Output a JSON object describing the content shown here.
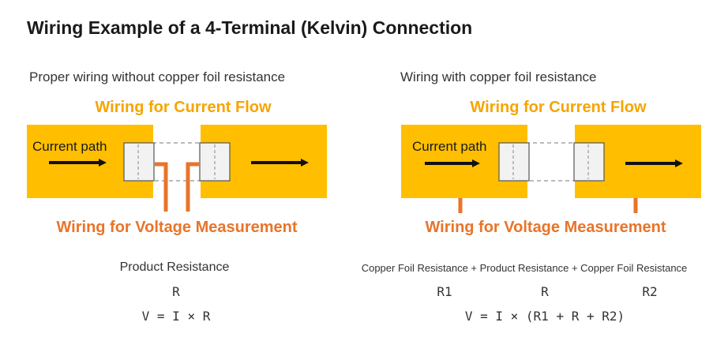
{
  "title": "Wiring Example of a 4-Terminal (Kelvin) Connection",
  "colors": {
    "pad": "#ffbf00",
    "wire_current_label": "#f5a500",
    "wire_voltage": "#e8742a",
    "arrow": "#111111",
    "resistor_fill": "#f2f2f2",
    "resistor_stroke": "#555555"
  },
  "left": {
    "caption": "Proper wiring without copper foil resistance",
    "current_wiring_label": "Wiring for Current Flow",
    "current_path_label": "Current path",
    "voltage_wiring_label": "Wiring for Voltage Measurement",
    "resistance_heading": "Product Resistance",
    "symbol": "R",
    "formula": "V = I × R"
  },
  "right": {
    "caption": "Wiring with copper foil resistance",
    "current_wiring_label": "Wiring for Current Flow",
    "current_path_label": "Current path",
    "voltage_wiring_label": "Wiring for Voltage Measurement",
    "resistance_heading": "Copper Foil Resistance + Product Resistance + Copper Foil Resistance",
    "symbols": [
      "R1",
      "R",
      "R2"
    ],
    "formula": "V = I × (R1 + R + R2)"
  }
}
